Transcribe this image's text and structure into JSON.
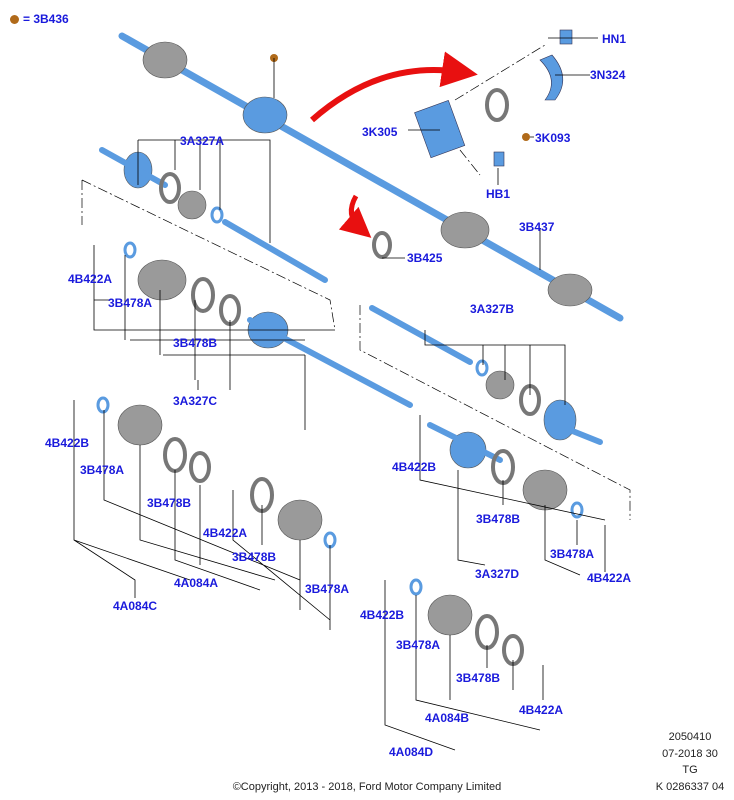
{
  "legend": {
    "icon": "brown-dot",
    "text": "= 3B436",
    "color": "#b06a1a"
  },
  "labels": {
    "hn1": "HN1",
    "n3n324": "3N324",
    "k3k305": "3K305",
    "k3k093": "3K093",
    "hb1": "HB1",
    "a3a327a": "3A327A",
    "b3b437": "3B437",
    "b3b425": "3B425",
    "l4b422a_1": "4B422A",
    "l3b478a_1": "3B478A",
    "a3a327b": "3A327B",
    "l3b478b_1": "3B478B",
    "a3a327c": "3A327C",
    "l4b422b_1": "4B422B",
    "l4b422b_2": "4B422B",
    "l3b478a_2": "3B478A",
    "l3b478b_2": "3B478B",
    "l4b422a_2": "4B422A",
    "l3b478b_3": "3B478B",
    "l3b478b_4": "3B478B",
    "l3b478a_3": "3B478A",
    "a3a327d": "3A327D",
    "l4b422a_3": "4B422A",
    "l4a084a": "4A084A",
    "l3b478a_4": "3B478A",
    "l4a084c": "4A084C",
    "l4b422b_3": "4B422B",
    "l3b478a_5": "3B478A",
    "l3b478b_5": "3B478B",
    "l4b422a_4": "4B422A",
    "l4a084b": "4A084B",
    "l4a084d": "4A084D"
  },
  "footer": {
    "copyright": "©Copyright, 2013 - 2018, Ford Motor Company Limited",
    "ref_lines": [
      "2050410",
      "07-2018 30",
      "TG",
      "K 0286337 04"
    ]
  },
  "colors": {
    "part_blue": "#5a9be0",
    "boot_gray": "#9a9a9a",
    "label_blue": "#1a1adc",
    "arrow_red": "#e81010"
  }
}
